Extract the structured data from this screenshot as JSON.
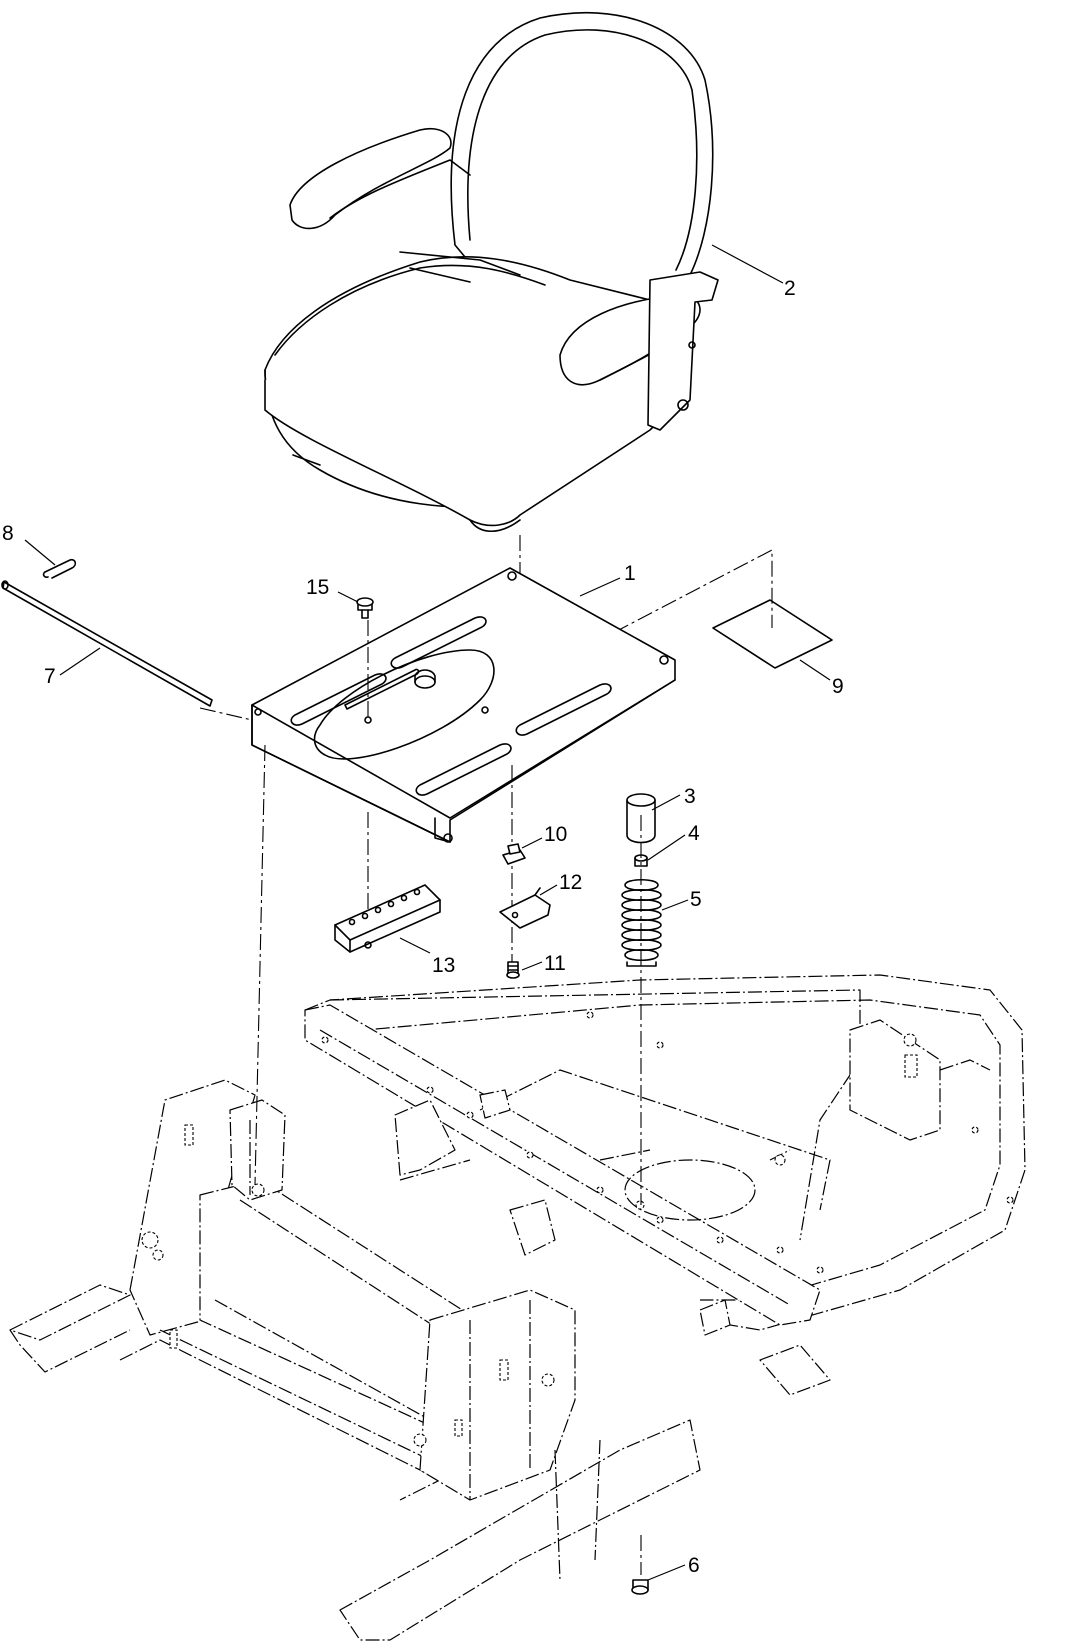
{
  "diagram": {
    "callouts": [
      {
        "id": "1",
        "label": "1"
      },
      {
        "id": "2",
        "label": "2"
      },
      {
        "id": "3",
        "label": "3"
      },
      {
        "id": "4",
        "label": "4"
      },
      {
        "id": "5",
        "label": "5"
      },
      {
        "id": "6",
        "label": "6"
      },
      {
        "id": "7",
        "label": "7"
      },
      {
        "id": "8",
        "label": "8"
      },
      {
        "id": "9",
        "label": "9"
      },
      {
        "id": "10",
        "label": "10"
      },
      {
        "id": "11",
        "label": "11"
      },
      {
        "id": "12",
        "label": "12"
      },
      {
        "id": "13",
        "label": "13"
      },
      {
        "id": "15",
        "label": "15"
      }
    ],
    "colors": {
      "line": "#000000",
      "background": "#ffffff"
    }
  }
}
